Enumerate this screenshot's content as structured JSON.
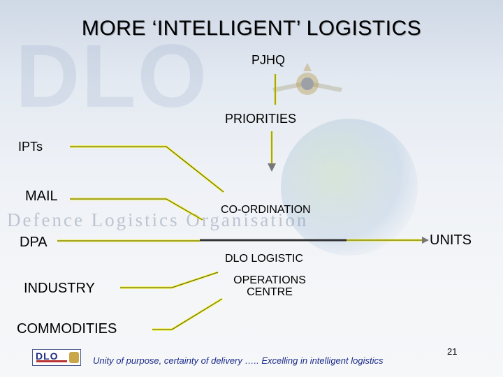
{
  "slide": {
    "title": "MORE ‘INTELLIGENT’ LOGISTICS",
    "page_number": "21",
    "footer_tagline": "Unity of purpose, certainty of delivery ….. Excelling in intelligent logistics"
  },
  "watermark": {
    "brand": "DLO",
    "organisation": "Defence Logistics Organisation"
  },
  "nodes": {
    "pjhq": "PJHQ",
    "priorities": "PRIORITIES",
    "ipts": "IPTs",
    "mail": "MAIL",
    "dpa": "DPA",
    "industry": "INDUSTRY",
    "commodities": "COMMODITIES",
    "coordination": "CO-ORDINATION",
    "dlo_logistic": "DLO LOGISTIC",
    "operations_centre_line1": "OPERATIONS",
    "operations_centre_line2": "CENTRE",
    "units": "UNITS"
  },
  "logo": {
    "text": "DLO"
  },
  "colors": {
    "connector_yellow": "#f2f200",
    "connector_dark": "#555555",
    "footer_text": "#1a2a8a"
  }
}
